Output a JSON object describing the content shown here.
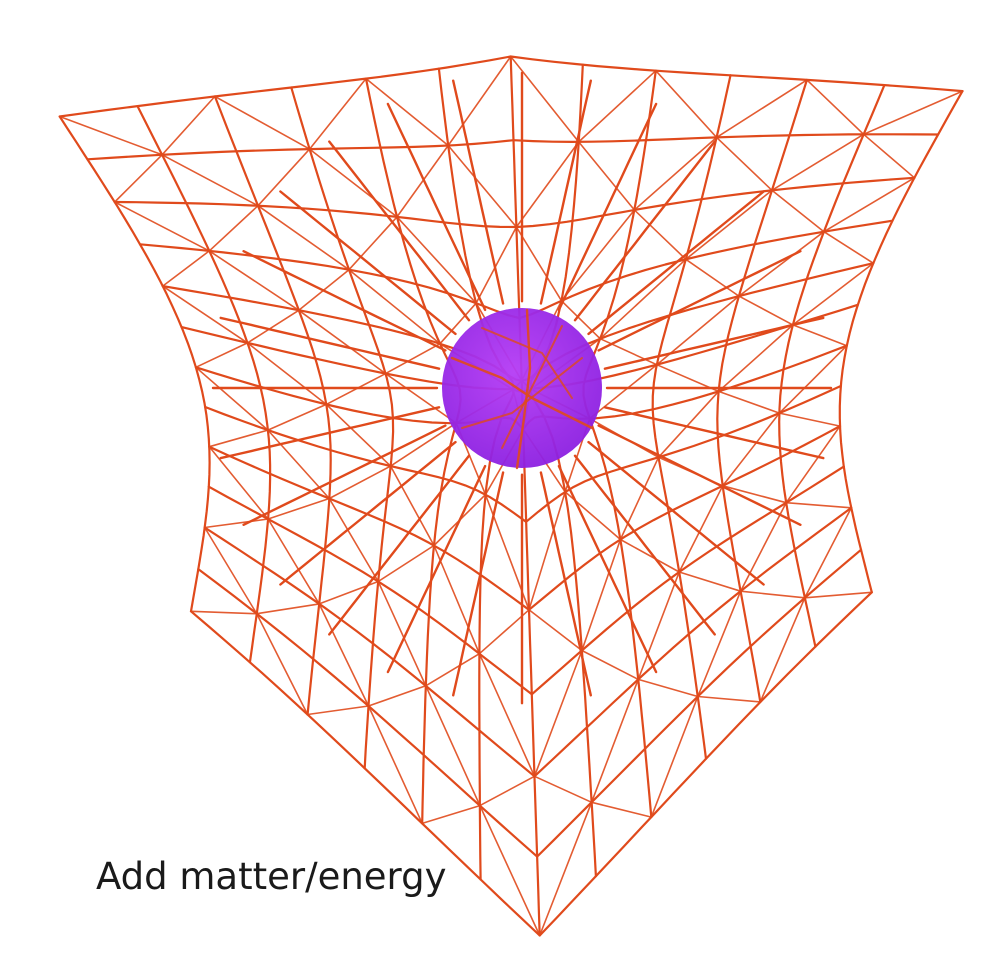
{
  "caption": "Add matter/energy",
  "colors": {
    "grid": "#e04a1c",
    "mass_core": "#8a1ee0",
    "mass_rim": "#b53cf5",
    "background": "#ffffff",
    "caption": "#1a1a1a"
  },
  "figure": {
    "subject": "warped-spacetime-grid",
    "central_object": "mass-sphere"
  }
}
